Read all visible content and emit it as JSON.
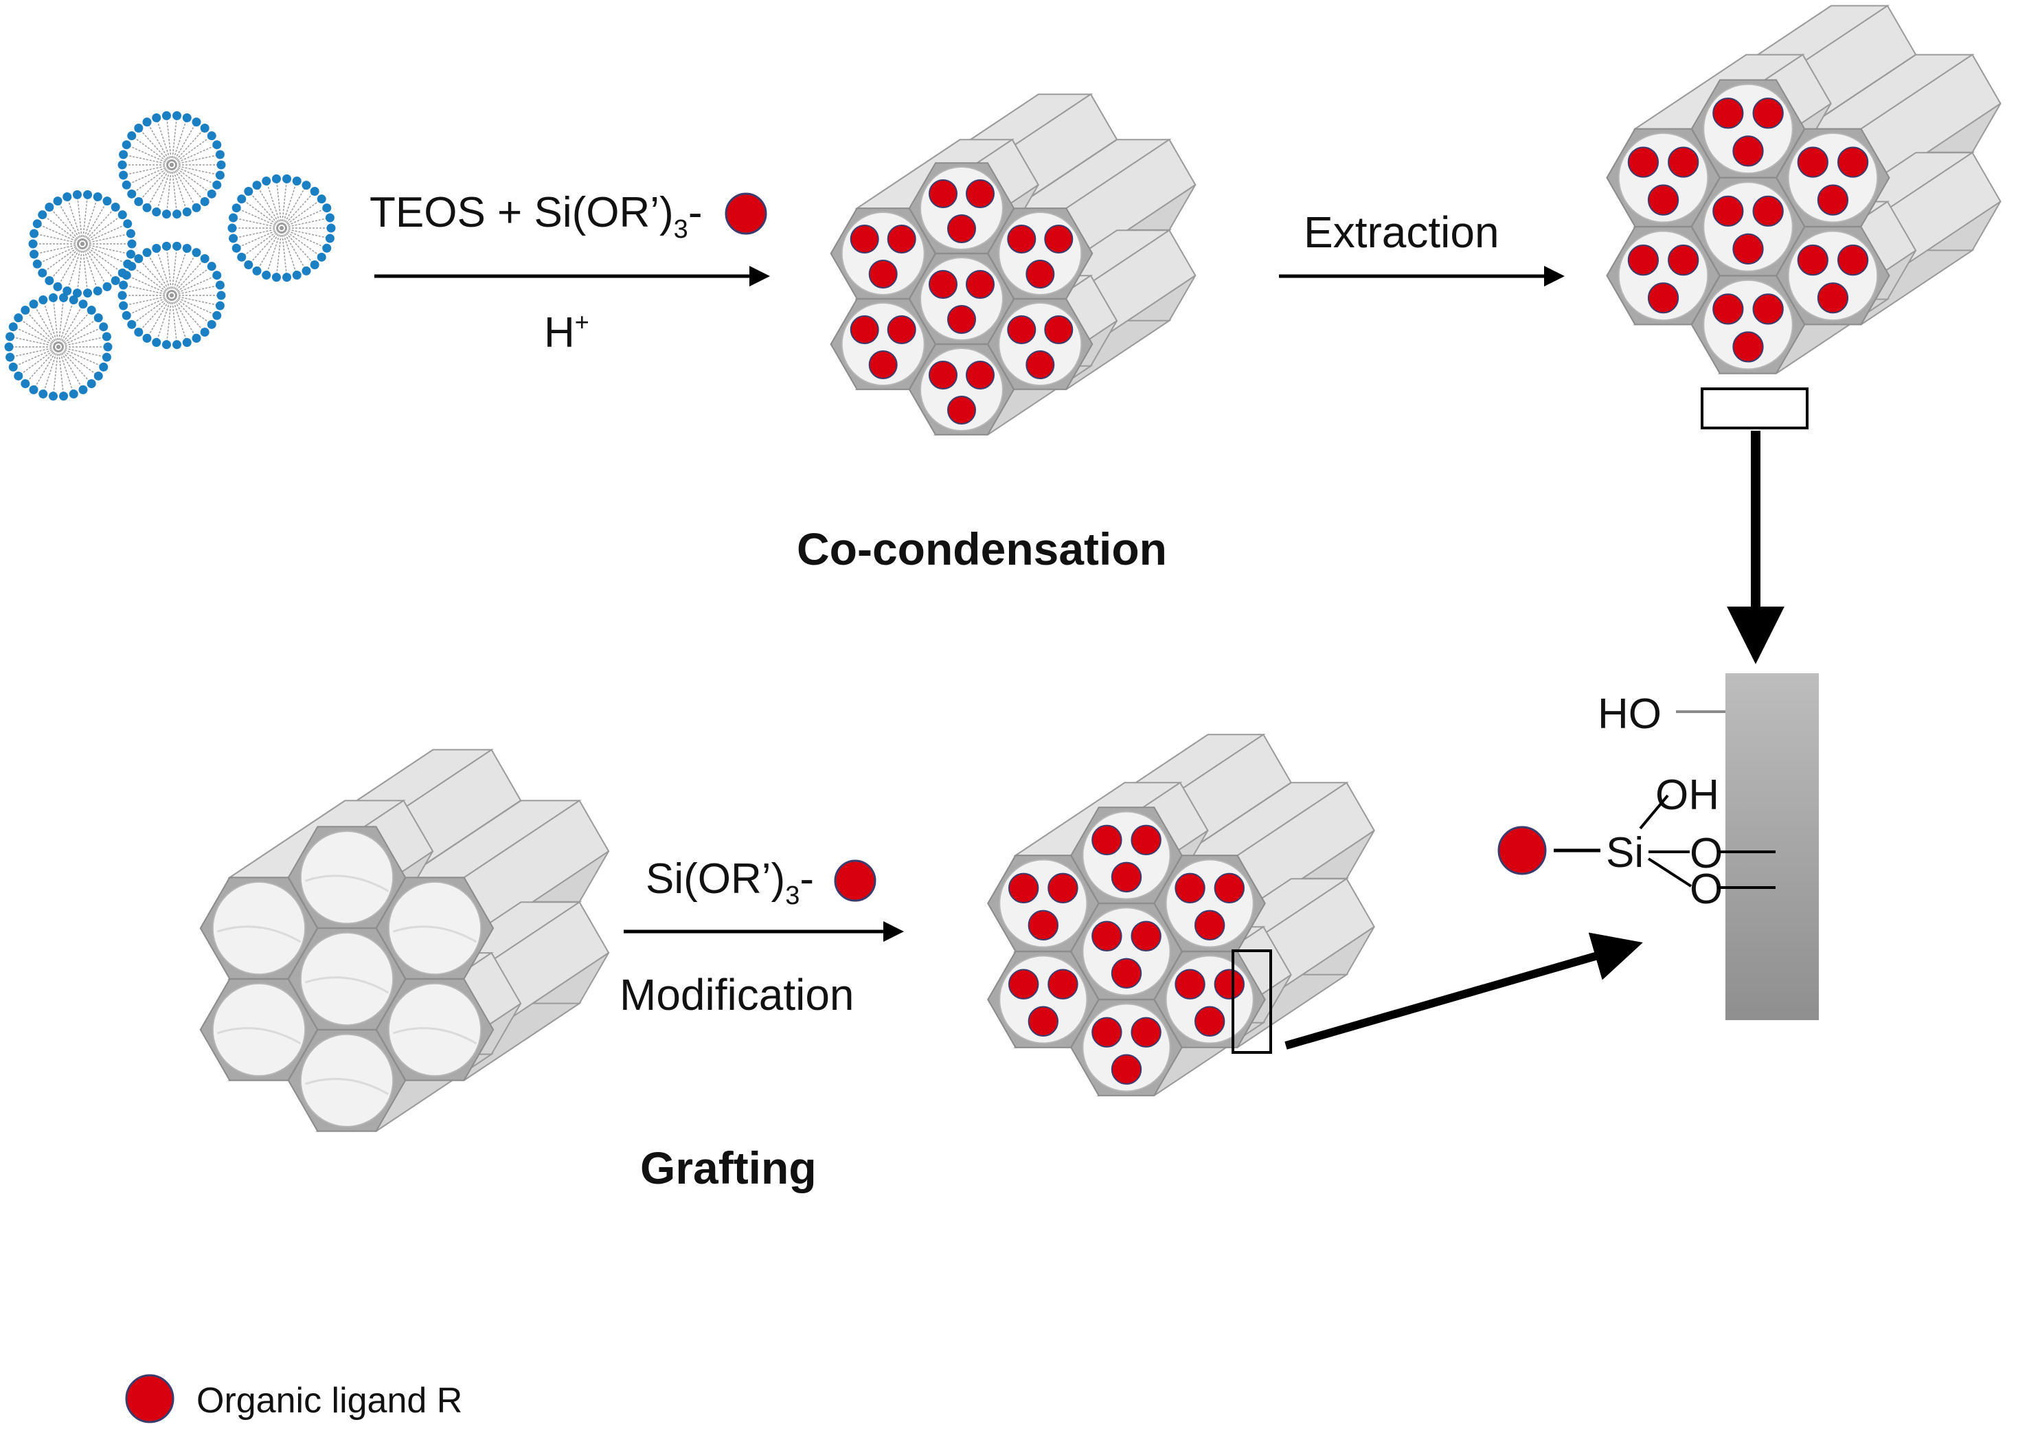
{
  "colors": {
    "ligand": "#d8000f",
    "ligand_outline": "#3b3b6d",
    "silica_face": "#a9a9a9",
    "silica_side": "#d3d3d3",
    "silica_top": "#e4e4e4",
    "pore": "#f2f2f2",
    "micelle_head": "#1b7fc4",
    "micelle_tail": "#9a9a9a",
    "arrow": "#000000",
    "wall": "#9c9c9c"
  },
  "co_condensation": {
    "reagent_text": "TEOS + Si(OR’)",
    "reagent_subscript": "3",
    "reagent_dash": "-",
    "catalyst_text": "H",
    "catalyst_superscript": "+",
    "step_label": "Extraction",
    "caption": "Co-condensation"
  },
  "grafting": {
    "reagent_text": "Si(OR’)",
    "reagent_subscript": "3",
    "reagent_dash": "-",
    "step_label": "Modification",
    "caption": "Grafting"
  },
  "surface": {
    "ho_label": "HO",
    "oh_label": "OH",
    "si_label": "Si",
    "o_label_1": "O",
    "o_label_2": "O"
  },
  "legend": {
    "label": "Organic ligand R",
    "icon": "red-circle"
  }
}
